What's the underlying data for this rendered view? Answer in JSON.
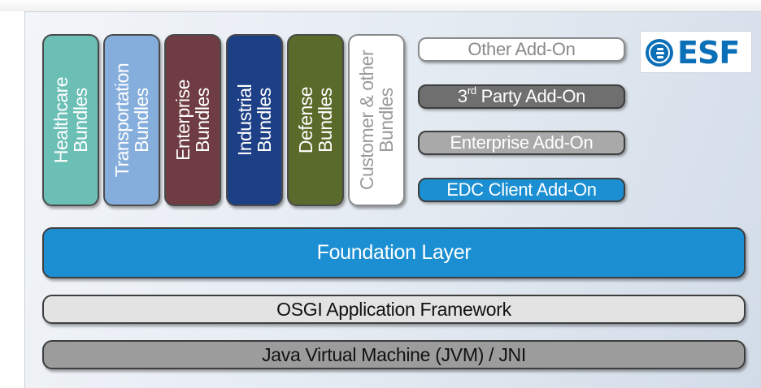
{
  "bundles": [
    {
      "line1": "Healthcare",
      "line2": "Bundles",
      "color": "#6bbfb5",
      "text_color": "#ffffff"
    },
    {
      "line1": "Transportation",
      "line2": "Bundles",
      "color": "#86aedc",
      "text_color": "#ffffff"
    },
    {
      "line1": "Enterprise",
      "line2": "Bundles",
      "color": "#6e3c42",
      "text_color": "#ffffff"
    },
    {
      "line1": "Industrial",
      "line2": "Bundles",
      "color": "#1d3f86",
      "text_color": "#ffffff"
    },
    {
      "line1": "Defense",
      "line2": "Bundles",
      "color": "#5a6a2a",
      "text_color": "#ffffff"
    },
    {
      "line1": "Customer & other",
      "line2": "Bundles",
      "color": "#ffffff",
      "text_color": "#9a9a9a"
    }
  ],
  "addons": [
    {
      "label": "Other Add-On",
      "color": "#ffffff",
      "text_color": "#8a8a8a"
    },
    {
      "label_prefix": "3",
      "label_sup": "rd",
      "label_suffix": " Party Add-On",
      "color": "#6f6f6f",
      "text_color": "#ffffff"
    },
    {
      "label": "Enterprise Add-On",
      "color": "#a9a9a9",
      "text_color": "#ffffff"
    },
    {
      "label": "EDC Client Add-On",
      "color": "#1b8fd2",
      "text_color": "#ffffff"
    }
  ],
  "layers": {
    "foundation": {
      "label": "Foundation Layer",
      "color": "#1b8fd2",
      "text_color": "#ffffff"
    },
    "osgi": {
      "label": "OSGI Application Framework",
      "color": "#e3e3e3",
      "text_color": "#111111"
    },
    "jvm": {
      "label": "Java Virtual Machine (JVM) / JNI",
      "color": "#9c9c9c",
      "text_color": "#111111"
    }
  },
  "logo": {
    "text": "ESF",
    "color": "#0b6fb8",
    "icon": "esf-logo-icon"
  }
}
